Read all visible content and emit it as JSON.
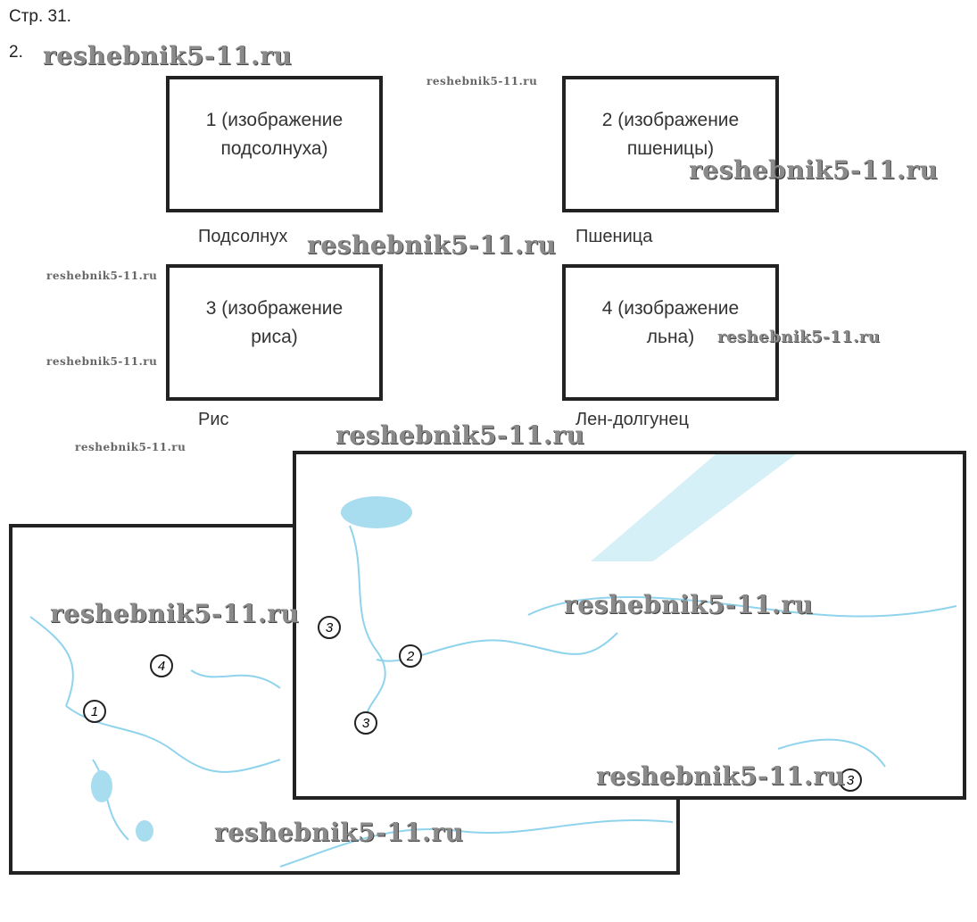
{
  "page": "Стр. 31.",
  "task_number": "2.",
  "watermark": "reshebnik5-11.ru",
  "boxes": [
    {
      "text": "1 (изображение подсолнуха)",
      "label": "Подсолнух"
    },
    {
      "text": "2 (изображение пшеницы)",
      "label": "Пшеница"
    },
    {
      "text": "3 (изображение риса)",
      "label": "Рис"
    },
    {
      "text": "4 (изображение льна)",
      "label": "Лен-долгунец"
    }
  ],
  "map_markers": {
    "left": [
      "4",
      "1"
    ],
    "right": [
      "3",
      "2",
      "3",
      "3"
    ]
  },
  "colors": {
    "water": "#a8dcef",
    "river": "#6cc6e6",
    "border": "#222222"
  }
}
